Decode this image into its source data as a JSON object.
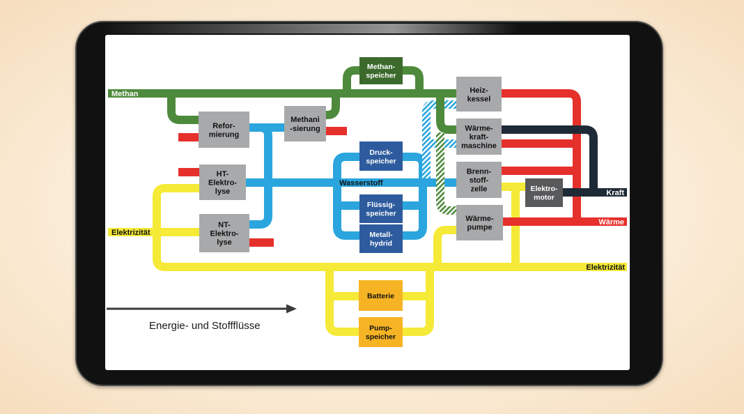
{
  "colors": {
    "methan": "#4e8a3c",
    "wasserstoff": "#2aa5dd",
    "elektrizitaet": "#f4ea37",
    "waerme": "#e6302b",
    "kraft": "#1f2a37",
    "process_box": "#a8a9ab",
    "hydrogen_storage": "#2e5b9e",
    "methane_storage": "#3c6a2c",
    "electric_storage": "#f6b425",
    "motor": "#58595b"
  },
  "flows": {
    "methan": "Methan",
    "wasserstoff": "Wasserstoff",
    "elektrizitaet_left": "Elektrizität",
    "elektrizitaet_right": "Elektrizität",
    "kraft": "Kraft",
    "waerme": "Wärme"
  },
  "nodes": {
    "methanspeicher": [
      "Methan-",
      "speicher"
    ],
    "reformierung": [
      "Refor-",
      "mierung"
    ],
    "methanisierung": [
      "Methani",
      "-sierung"
    ],
    "ht_elektrolyse": [
      "HT-",
      "Elektro-",
      "lyse"
    ],
    "nt_elektrolyse": [
      "NT-",
      "Elektro-",
      "lyse"
    ],
    "druckspeicher": [
      "Druck-",
      "speicher"
    ],
    "fluessigspeicher": [
      "Flüssig-",
      "speicher"
    ],
    "metallhydrid": [
      "Metall-",
      "hydrid"
    ],
    "heizkessel": [
      "Heiz-",
      "kessel"
    ],
    "waermekraftmaschine": [
      "Wärme-",
      "kraft-",
      "maschine"
    ],
    "brennstoffzelle": [
      "Brenn-",
      "stoff-",
      "zelle"
    ],
    "waermepumpe": [
      "Wärme-",
      "pumpe"
    ],
    "elektromotor": [
      "Elektro-",
      "motor"
    ],
    "batterie": [
      "Batterie"
    ],
    "pumpspeicher": [
      "Pump-",
      "speicher"
    ]
  },
  "legend": {
    "label": "Energie- und Stoffflüsse"
  }
}
